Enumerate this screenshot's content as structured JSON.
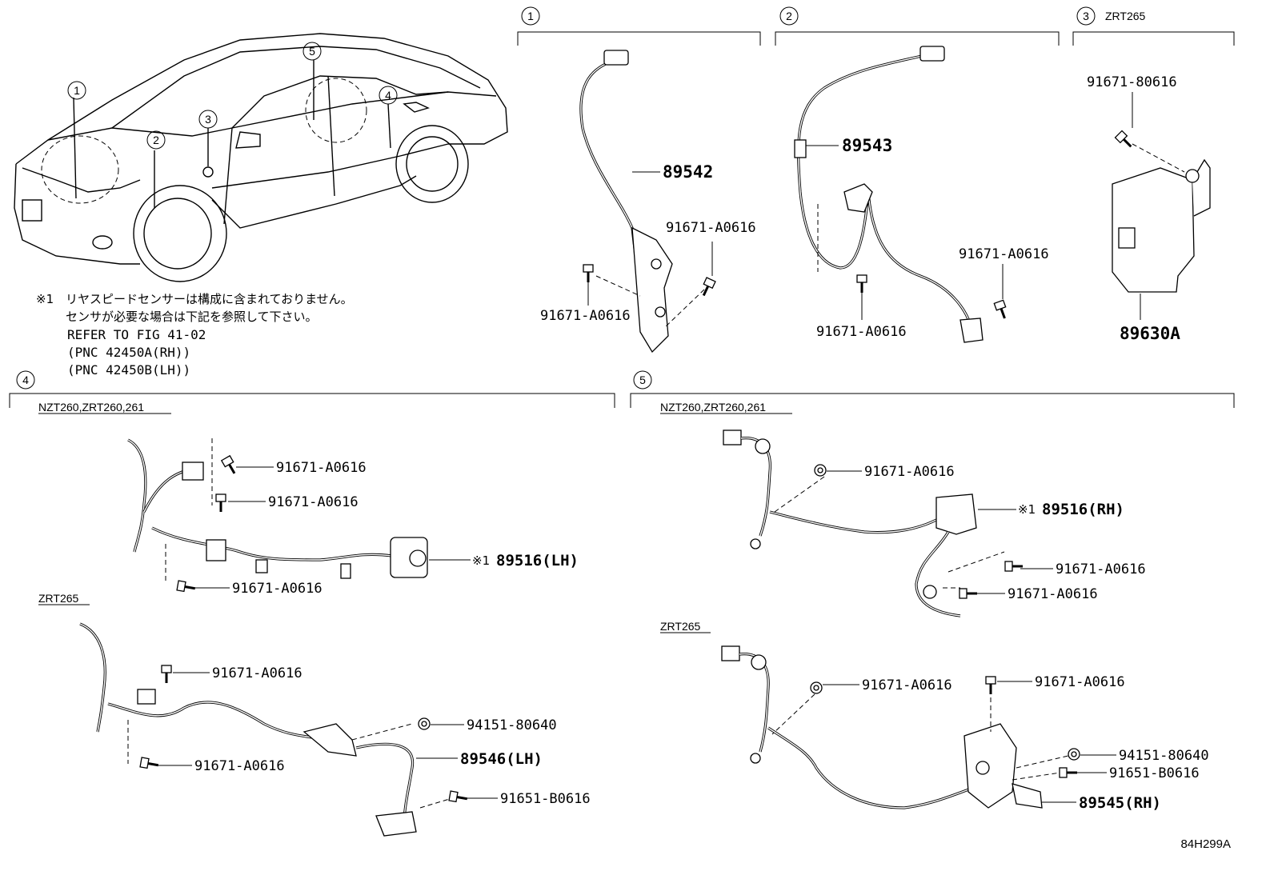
{
  "sections": {
    "s1": {
      "num": "1"
    },
    "s2": {
      "num": "2"
    },
    "s3": {
      "num": "3",
      "variant": "ZRT265"
    },
    "s4": {
      "num": "4",
      "variant_a": "NZT260,ZRT260,261",
      "variant_b": "ZRT265"
    },
    "s5": {
      "num": "5",
      "variant_a": "NZT260,ZRT260,261",
      "variant_b": "ZRT265"
    }
  },
  "car_callouts": [
    "1",
    "2",
    "3",
    "4",
    "5"
  ],
  "note": {
    "mark": "※1",
    "line1": "リヤスピードセンサーは構成に含まれておりません。",
    "line2": "センサが必要な場合は下記を参照して下さい。",
    "line3": "REFER TO FIG 41-02",
    "line4": "(PNC 42450A(RH))",
    "line5": "(PNC 42450B(LH))"
  },
  "labels": {
    "s1_main": "89542",
    "s1_bolt_r": "91671-A0616",
    "s1_bolt_l": "91671-A0616",
    "s2_main": "89543",
    "s2_bolt_r": "91671-A0616",
    "s2_bolt_l": "91671-A0616",
    "s3_bolt": "91671-80616",
    "s3_main": "89630A",
    "s4a_bolt1": "91671-A0616",
    "s4a_bolt2": "91671-A0616",
    "s4a_bolt3": "91671-A0616",
    "s4a_main_mark": "※1",
    "s4a_main": "89516(LH)",
    "s4b_bolt1": "91671-A0616",
    "s4b_bolt2": "91671-A0616",
    "s4b_nut": "94151-80640",
    "s4b_main": "89546(LH)",
    "s4b_bolt3": "91651-B0616",
    "s5a_bolt1": "91671-A0616",
    "s5a_main_mark": "※1",
    "s5a_main": "89516(RH)",
    "s5a_bolt2": "91671-A0616",
    "s5a_bolt3": "91671-A0616",
    "s5b_bolt1": "91671-A0616",
    "s5b_bolt2": "91671-A0616",
    "s5b_nut": "94151-80640",
    "s5b_bolt3": "91651-B0616",
    "s5b_main": "89545(RH)"
  },
  "figure_ref": "84H299A"
}
